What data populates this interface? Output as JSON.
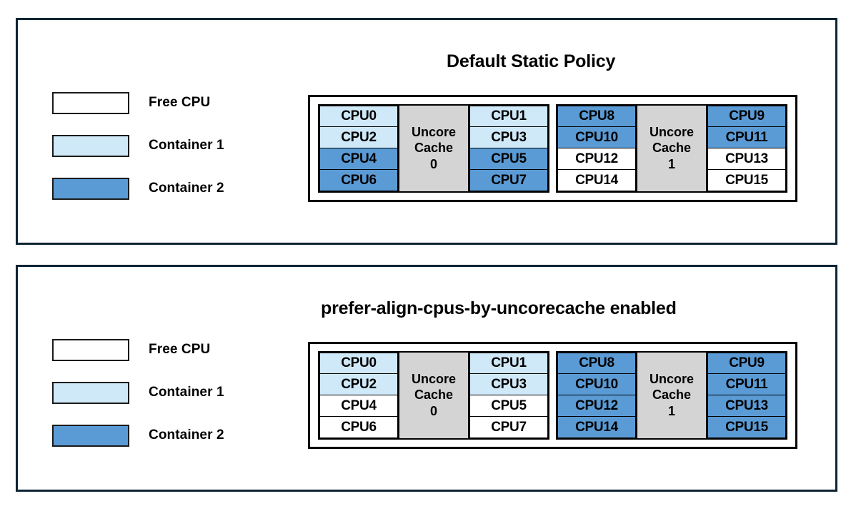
{
  "colors": {
    "panel_border": "#0d2433",
    "free_cpu": "#ffffff",
    "container_1": "#cfe9f8",
    "container_2": "#5b9bd5",
    "uncore_cache": "#d4d4d4",
    "cell_border": "#000000",
    "text": "#000000"
  },
  "legend": {
    "items": [
      {
        "label": "Free CPU",
        "color": "#ffffff"
      },
      {
        "label": "Container 1",
        "color": "#cfe9f8"
      },
      {
        "label": "Container 2",
        "color": "#5b9bd5"
      }
    ]
  },
  "panels": [
    {
      "title": "Default Static Policy",
      "legend": {
        "items": [
          {
            "label": "Free CPU",
            "color": "#ffffff"
          },
          {
            "label": "Container 1",
            "color": "#cfe9f8"
          },
          {
            "label": "Container 2",
            "color": "#5b9bd5"
          }
        ]
      },
      "sockets": [
        {
          "uncore_line1": "Uncore",
          "uncore_line2": "Cache",
          "uncore_line3": "0",
          "left_column": [
            {
              "label": "CPU0",
              "state": "container_1",
              "color": "#cfe9f8"
            },
            {
              "label": "CPU2",
              "state": "container_1",
              "color": "#cfe9f8"
            },
            {
              "label": "CPU4",
              "state": "container_2",
              "color": "#5b9bd5"
            },
            {
              "label": "CPU6",
              "state": "container_2",
              "color": "#5b9bd5"
            }
          ],
          "right_column": [
            {
              "label": "CPU1",
              "state": "container_1",
              "color": "#cfe9f8"
            },
            {
              "label": "CPU3",
              "state": "container_1",
              "color": "#cfe9f8"
            },
            {
              "label": "CPU5",
              "state": "container_2",
              "color": "#5b9bd5"
            },
            {
              "label": "CPU7",
              "state": "container_2",
              "color": "#5b9bd5"
            }
          ]
        },
        {
          "uncore_line1": "Uncore",
          "uncore_line2": "Cache",
          "uncore_line3": "1",
          "left_column": [
            {
              "label": "CPU8",
              "state": "container_2",
              "color": "#5b9bd5"
            },
            {
              "label": "CPU10",
              "state": "container_2",
              "color": "#5b9bd5"
            },
            {
              "label": "CPU12",
              "state": "free",
              "color": "#ffffff"
            },
            {
              "label": "CPU14",
              "state": "free",
              "color": "#ffffff"
            }
          ],
          "right_column": [
            {
              "label": "CPU9",
              "state": "container_2",
              "color": "#5b9bd5"
            },
            {
              "label": "CPU11",
              "state": "container_2",
              "color": "#5b9bd5"
            },
            {
              "label": "CPU13",
              "state": "free",
              "color": "#ffffff"
            },
            {
              "label": "CPU15",
              "state": "free",
              "color": "#ffffff"
            }
          ]
        }
      ]
    },
    {
      "title": "prefer-align-cpus-by-uncorecache enabled",
      "legend": {
        "items": [
          {
            "label": "Free CPU",
            "color": "#ffffff"
          },
          {
            "label": "Container 1",
            "color": "#cfe9f8"
          },
          {
            "label": "Container 2",
            "color": "#5b9bd5"
          }
        ]
      },
      "sockets": [
        {
          "uncore_line1": "Uncore",
          "uncore_line2": "Cache",
          "uncore_line3": "0",
          "left_column": [
            {
              "label": "CPU0",
              "state": "container_1",
              "color": "#cfe9f8"
            },
            {
              "label": "CPU2",
              "state": "container_1",
              "color": "#cfe9f8"
            },
            {
              "label": "CPU4",
              "state": "free",
              "color": "#ffffff"
            },
            {
              "label": "CPU6",
              "state": "free",
              "color": "#ffffff"
            }
          ],
          "right_column": [
            {
              "label": "CPU1",
              "state": "container_1",
              "color": "#cfe9f8"
            },
            {
              "label": "CPU3",
              "state": "container_1",
              "color": "#cfe9f8"
            },
            {
              "label": "CPU5",
              "state": "free",
              "color": "#ffffff"
            },
            {
              "label": "CPU7",
              "state": "free",
              "color": "#ffffff"
            }
          ]
        },
        {
          "uncore_line1": "Uncore",
          "uncore_line2": "Cache",
          "uncore_line3": "1",
          "left_column": [
            {
              "label": "CPU8",
              "state": "container_2",
              "color": "#5b9bd5"
            },
            {
              "label": "CPU10",
              "state": "container_2",
              "color": "#5b9bd5"
            },
            {
              "label": "CPU12",
              "state": "container_2",
              "color": "#5b9bd5"
            },
            {
              "label": "CPU14",
              "state": "container_2",
              "color": "#5b9bd5"
            }
          ],
          "right_column": [
            {
              "label": "CPU9",
              "state": "container_2",
              "color": "#5b9bd5"
            },
            {
              "label": "CPU11",
              "state": "container_2",
              "color": "#5b9bd5"
            },
            {
              "label": "CPU13",
              "state": "container_2",
              "color": "#5b9bd5"
            },
            {
              "label": "CPU15",
              "state": "container_2",
              "color": "#5b9bd5"
            }
          ]
        }
      ]
    }
  ]
}
